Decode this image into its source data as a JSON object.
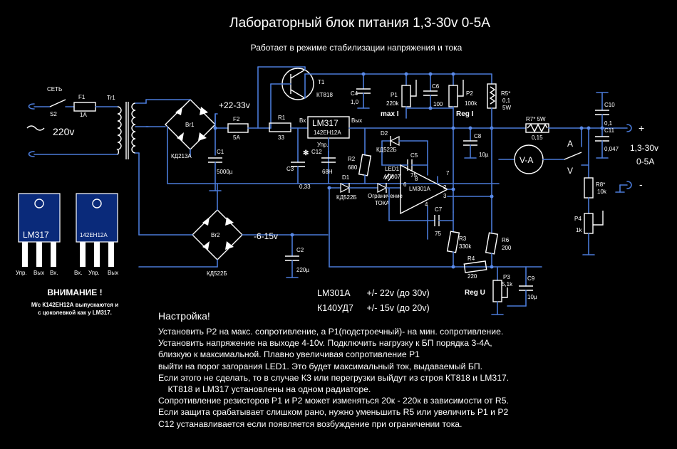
{
  "title": "Лабораторный блок питания  1,3-30v  0-5A",
  "subtitle": "Работает в режиме стабилизации напряжения и тока",
  "labels": {
    "set": "СЕТЬ",
    "s2": "S2",
    "f1": "F1",
    "f1v": "1А",
    "tr1": "Tr1",
    "mains": "220v",
    "br1": "Br1",
    "kd213": "КД213А",
    "plus2233": "+22-33v",
    "f2": "F2",
    "f2v": "5A",
    "c1": "C1",
    "c1v": "5000µ",
    "br2": "Br2",
    "kd522": "КД522Б",
    "minus615": "-6-15v",
    "c2": "C2",
    "c2v": "220µ",
    "t1": "T1",
    "t1v": "КТ818",
    "r1": "R1",
    "r1v": "33",
    "vx": "Вх",
    "vyx": "Вых",
    "lm317": "LM317",
    "lm317sub": "142ЕН12А",
    "upr": "Упр.",
    "c12": "C12",
    "c12v": "68Н",
    "c3": "C3",
    "c3v": "0,33",
    "c4": "C4",
    "c4v": "1,0",
    "r2": "R2",
    "r2v": "680",
    "d1": "D1",
    "d1v": "КД522Б",
    "led1": "LED1",
    "led1v": "АЛ307",
    "limit1": "Ограничение",
    "limit2": "ТОКА",
    "d2": "D2",
    "d2v": "КД522Б",
    "c5": "C5",
    "c5v": "75",
    "p1": "P1",
    "p1v": "220k",
    "maxi": "max I",
    "c6": "C6",
    "c6v": "100",
    "p2": "P2",
    "p2v": "100k",
    "regi": "Reg I",
    "r5": "R5*",
    "r5v1": "0,1",
    "r5v2": "5W",
    "c8": "C8",
    "c8v": "10µ",
    "lm301": "LM301A",
    "pin2": "2",
    "pin3": "3",
    "pin4": "4",
    "pin6": "6",
    "pin7": "7",
    "pin8": "8",
    "c7": "C7",
    "c7v": "75",
    "r3": "R3",
    "r3v": "330k",
    "r4": "R4",
    "r4v": "220",
    "r6": "R6",
    "r6v": "200",
    "regu": "Reg U",
    "p3": "P3",
    "p3v": "5,1k",
    "c9": "C9",
    "c9v": "10µ",
    "r7": "R7* 5W",
    "r7v": "0,15",
    "va": "V-A",
    "a": "A",
    "v": "V",
    "c10": "C10",
    "c10v": "0,1",
    "c11": "C11",
    "c11v": "0,047",
    "r8": "R8*",
    "r8v": "10k",
    "p4": "P4",
    "p4v": "1k",
    "plus": "+",
    "minus": "-",
    "outv": "1,3-30v",
    "outa": "0-5A",
    "pkg1": "LM317",
    "pkg2": "142ЕН12А",
    "pkg1pins": [
      "Упр.",
      "Вых",
      "Вх."
    ],
    "pkg2pins": [
      "Вх.",
      "Упр.",
      "Вых"
    ]
  },
  "warning": {
    "head": "ВНИМАНИЕ !",
    "line1": "М/с К142ЕН12А выпускаются и",
    "line2": "с цоколевкой как  у  LM317."
  },
  "opamps": [
    {
      "name": "LM301A",
      "spec": "+/- 22v  (до 30v)"
    },
    {
      "name": "К140УД7",
      "spec": "+/- 15v  (до 20v)"
    }
  ],
  "setup": {
    "title": "Настройка!",
    "lines": [
      "Установить Р2 на макс. сопротивление, а Р1(подстроечный)- на мин. сопротивление.",
      "Установить напряжение на выходе 4-10v. Подключить нагрузку к БП  порядка 3-4А,",
      "близкую к максимальной. Плавно увеличивая сопротивление Р1",
      "выйти на порог загорания LED1. Это будет максимальный ток, выдаваемый БП.",
      "Если этого не сделать, то в случае КЗ или перегрузки выйдут из строя КТ818 и LM317.",
      "    КТ818 и LM317 установлены на одном радиаторе.",
      "Сопротивление резисторов Р1 и Р2 может изменяться 20к - 220к в зависимости от R5.",
      "Если защита срабатывает слишком рано, нужно уменьшить R5 или увеличить Р1 и Р2",
      "С12  устанавливается  если появляется возбуждение при ограничении тока."
    ]
  }
}
